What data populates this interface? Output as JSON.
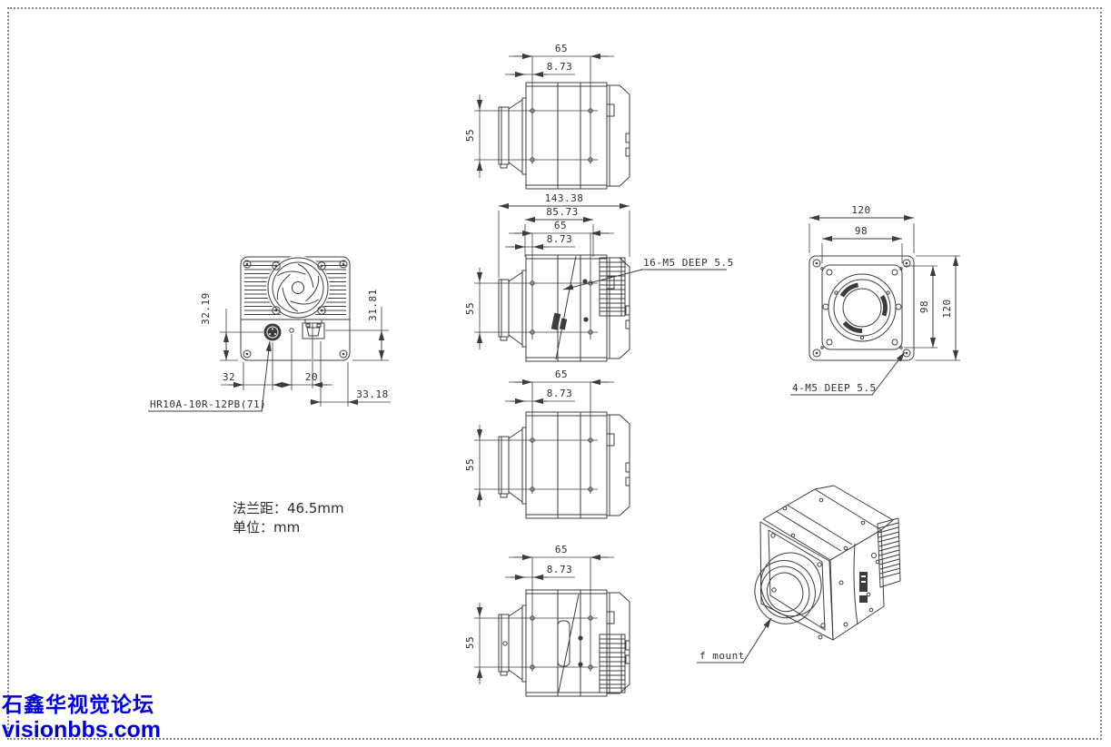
{
  "colors": {
    "line": "#3c3c3c",
    "text": "#2e2e2e",
    "watermark_blue": "#0000dd",
    "extension_gray": "#b0b0b0",
    "border_gray": "#858585"
  },
  "notes": {
    "flange_distance": "法兰距：46.5mm",
    "unit": "单位：mm"
  },
  "watermark": {
    "line1": "石鑫华视觉论坛",
    "line2": "visionbbs.com"
  },
  "views": {
    "side_top": {
      "dim_hole_spacing": "65",
      "dim_hole_offset": "8.73",
      "dim_hole_height": "55"
    },
    "side_middle": {
      "dim_total_length": "143.38",
      "dim_body_length": "85.73",
      "dim_hole_spacing": "65",
      "dim_hole_offset": "8.73",
      "dim_hole_height": "55",
      "callout": "16-M5 DEEP 5.5"
    },
    "front": {
      "dim_outer_width": "120",
      "dim_hole_width": "98",
      "dim_hole_height": "98",
      "dim_outer_height": "120",
      "callout": "4-M5 DEEP 5.5"
    },
    "rear": {
      "dim_connector_height": "32.19",
      "dim_rj45_height": "31.81",
      "dim_connector_x": "32",
      "dim_spacing": "20",
      "dim_rj45_x": "33.18",
      "callout": "HR10A-10R-12PB(71)"
    },
    "side_lower": {
      "dim_hole_spacing": "65",
      "dim_hole_offset": "8.73",
      "dim_hole_height": "55"
    },
    "side_bottom": {
      "dim_hole_spacing": "65",
      "dim_hole_offset": "8.73",
      "dim_hole_height": "55"
    },
    "isometric": {
      "callout": "f mount"
    }
  }
}
